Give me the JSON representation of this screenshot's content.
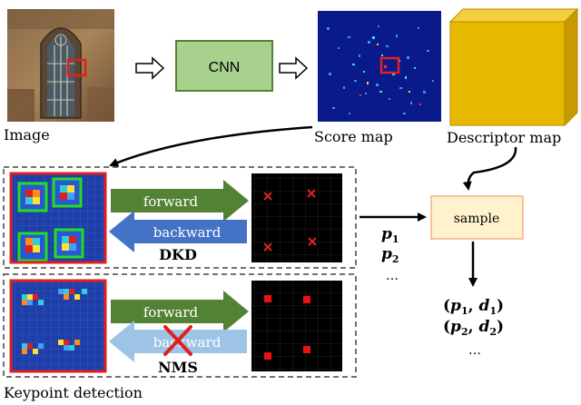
{
  "labels": {
    "image": "Image",
    "score_map": "Score map",
    "descriptor_map": "Descriptor map",
    "keypoint_detection": "Keypoint detection"
  },
  "cnn_label": "CNN",
  "sample_label": "sample",
  "dkd": {
    "forward_label": "forward",
    "backward_label": "backward",
    "method_label": "DKD"
  },
  "nms": {
    "forward_label": "forward",
    "backward_label": "backward",
    "method_label": "NMS"
  },
  "keypoints": {
    "p": "p",
    "p1_sub": "1",
    "p2_sub": "2",
    "ellipsis": "…"
  },
  "pairs": {
    "p": "p",
    "d": "d",
    "pair1_sub": "1",
    "pair2_sub": "2",
    "ellipsis": "…"
  },
  "colors": {
    "cnn_fill": "#a9d18e",
    "cnn_stroke": "#548235",
    "sample_fill": "#fff2cc",
    "sample_stroke": "#f4b183",
    "descriptor_cube": "#e6b800",
    "forward_arrow": "#548235",
    "backward_arrow_dkd": "#4472c4",
    "backward_arrow_nms": "#9dc3e6",
    "heatmap_bg": "#1f3fa8",
    "highlight_red": "#e02020",
    "window_green": "#22dd22",
    "dashed_border": "#444444"
  },
  "icons": {
    "cross_mark": "x-mark-icon",
    "blocked": "red-x-block-icon"
  }
}
